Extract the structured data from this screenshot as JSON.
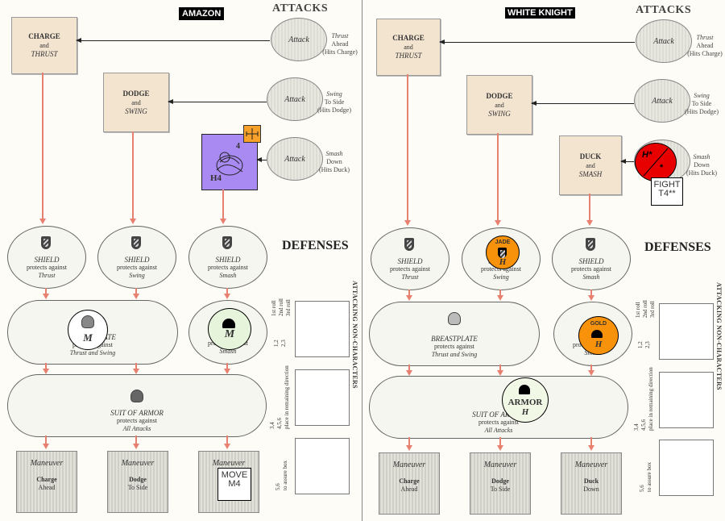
{
  "left": {
    "character": "AMAZON",
    "attacks_title": "ATTACKS",
    "defenses_title": "DEFENSES",
    "boxes": [
      {
        "line1": "CHARGE",
        "line2": "and",
        "line3": "THRUST"
      },
      {
        "line1": "DODGE",
        "line2": "and",
        "line3": "SWING"
      }
    ],
    "attacks": [
      {
        "label": "Attack",
        "desc1": "Thrust",
        "desc2": "Ahead",
        "desc3": "(Hits Charge)"
      },
      {
        "label": "Attack",
        "desc1": "Swing",
        "desc2": "To Side",
        "desc3": "(Hits Dodge)"
      },
      {
        "label": "Attack",
        "desc1": "Smash",
        "desc2": "Down",
        "desc3": "(Hits Duck)"
      }
    ],
    "monster_counter": {
      "top": "4",
      "bottom": "H4",
      "color": "#a98af2"
    },
    "shields": [
      {
        "line1": "SHIELD",
        "line2": "protects against",
        "line3": "Thrust"
      },
      {
        "line1": "SHIELD",
        "line2": "protects against",
        "line3": "Swing"
      },
      {
        "line1": "SHIELD",
        "line2": "protects against",
        "line3": "Smash"
      }
    ],
    "breastplate": {
      "line1": "BREASTPLATE",
      "line2": "protects against",
      "line3": "Thrust and Swing"
    },
    "helmet": {
      "line1": "HELMET",
      "line2": "protects against",
      "line3": "Smash"
    },
    "suit": {
      "line1": "SUIT OF ARMOR",
      "line2": "protects against",
      "line3": "All Attacks"
    },
    "armor_counters": [
      {
        "label": "M",
        "color": "#ffffff"
      },
      {
        "label": "M",
        "color": "#e6f4dc"
      }
    ],
    "maneuvers": [
      {
        "title": "Maneuver",
        "line1": "Charge",
        "line2": "Ahead"
      },
      {
        "title": "Maneuver",
        "line1": "Dodge",
        "line2": "To Side"
      },
      {
        "title": "Maneuver",
        "line1": "",
        "line2": ""
      }
    ],
    "move_counter": {
      "line1": "MOVE",
      "line2": "M4"
    },
    "side_title": "ATTACKING NON-CHARACTERS",
    "side_labels": [
      "1st roll\n2nd roll\n3rd roll",
      "1,2\n2,3",
      "3,4\n4,5,6\nplace in remaining direction",
      "5,6\nto assure box"
    ]
  },
  "right": {
    "character": "WHITE KNIGHT",
    "attacks_title": "ATTACKS",
    "defenses_title": "DEFENSES",
    "boxes": [
      {
        "line1": "CHARGE",
        "line2": "and",
        "line3": "THRUST"
      },
      {
        "line1": "DODGE",
        "line2": "and",
        "line3": "SWING"
      },
      {
        "line1": "DUCK",
        "line2": "and",
        "line3": "SMASH"
      }
    ],
    "attacks": [
      {
        "label": "Attack",
        "desc1": "Thrust",
        "desc2": "Ahead",
        "desc3": "(Hits Charge)"
      },
      {
        "label": "Attack",
        "desc1": "Swing",
        "desc2": "To Side",
        "desc3": "(Hits Dodge)"
      },
      {
        "label": "",
        "desc1": "Smash",
        "desc2": "Down",
        "desc3": "(Hits Duck)"
      }
    ],
    "red_counter": {
      "text": "H*",
      "star": "*",
      "color": "#e80000"
    },
    "fight_counter": {
      "line1": "FIGHT",
      "line2": "T4**"
    },
    "shields": [
      {
        "line1": "SHIELD",
        "line2": "protects against",
        "line3": "Thrust"
      },
      {
        "line1": "SHIELD",
        "line2": "protects against",
        "line3": "Swing"
      },
      {
        "line1": "SHIELD",
        "line2": "protects against",
        "line3": "Smash"
      }
    ],
    "jade": {
      "top": "JADE",
      "bottom": "H",
      "color": "#f7920a"
    },
    "gold": {
      "top": "GOLD",
      "bottom": "H",
      "color": "#f7920a"
    },
    "breastplate": {
      "line1": "BREASTPLATE",
      "line2": "protects against",
      "line3": "Thrust and Swing"
    },
    "helmet": {
      "line1": "HELMET",
      "line2": "protects against",
      "line3": "Smash"
    },
    "suit": {
      "line1": "SUIT OF ARMOR",
      "line2": "protects against",
      "line3": "All Attacks"
    },
    "armor_counter": {
      "top": "ARMOR",
      "bottom": "H",
      "color": "#f2f8e6"
    },
    "maneuvers": [
      {
        "title": "Maneuver",
        "line1": "Charge",
        "line2": "Ahead"
      },
      {
        "title": "Maneuver",
        "line1": "Dodge",
        "line2": "To Side"
      },
      {
        "title": "Maneuver",
        "line1": "Duck",
        "line2": "Down"
      }
    ],
    "side_title": "ATTACKING NON-CHARACTERS",
    "side_labels": [
      "1st roll\n2nd roll\n3rd roll",
      "1,2\n2,3",
      "3,4\n4,5,6\nplace in remaining direction",
      "5,6\nto assure box"
    ]
  }
}
